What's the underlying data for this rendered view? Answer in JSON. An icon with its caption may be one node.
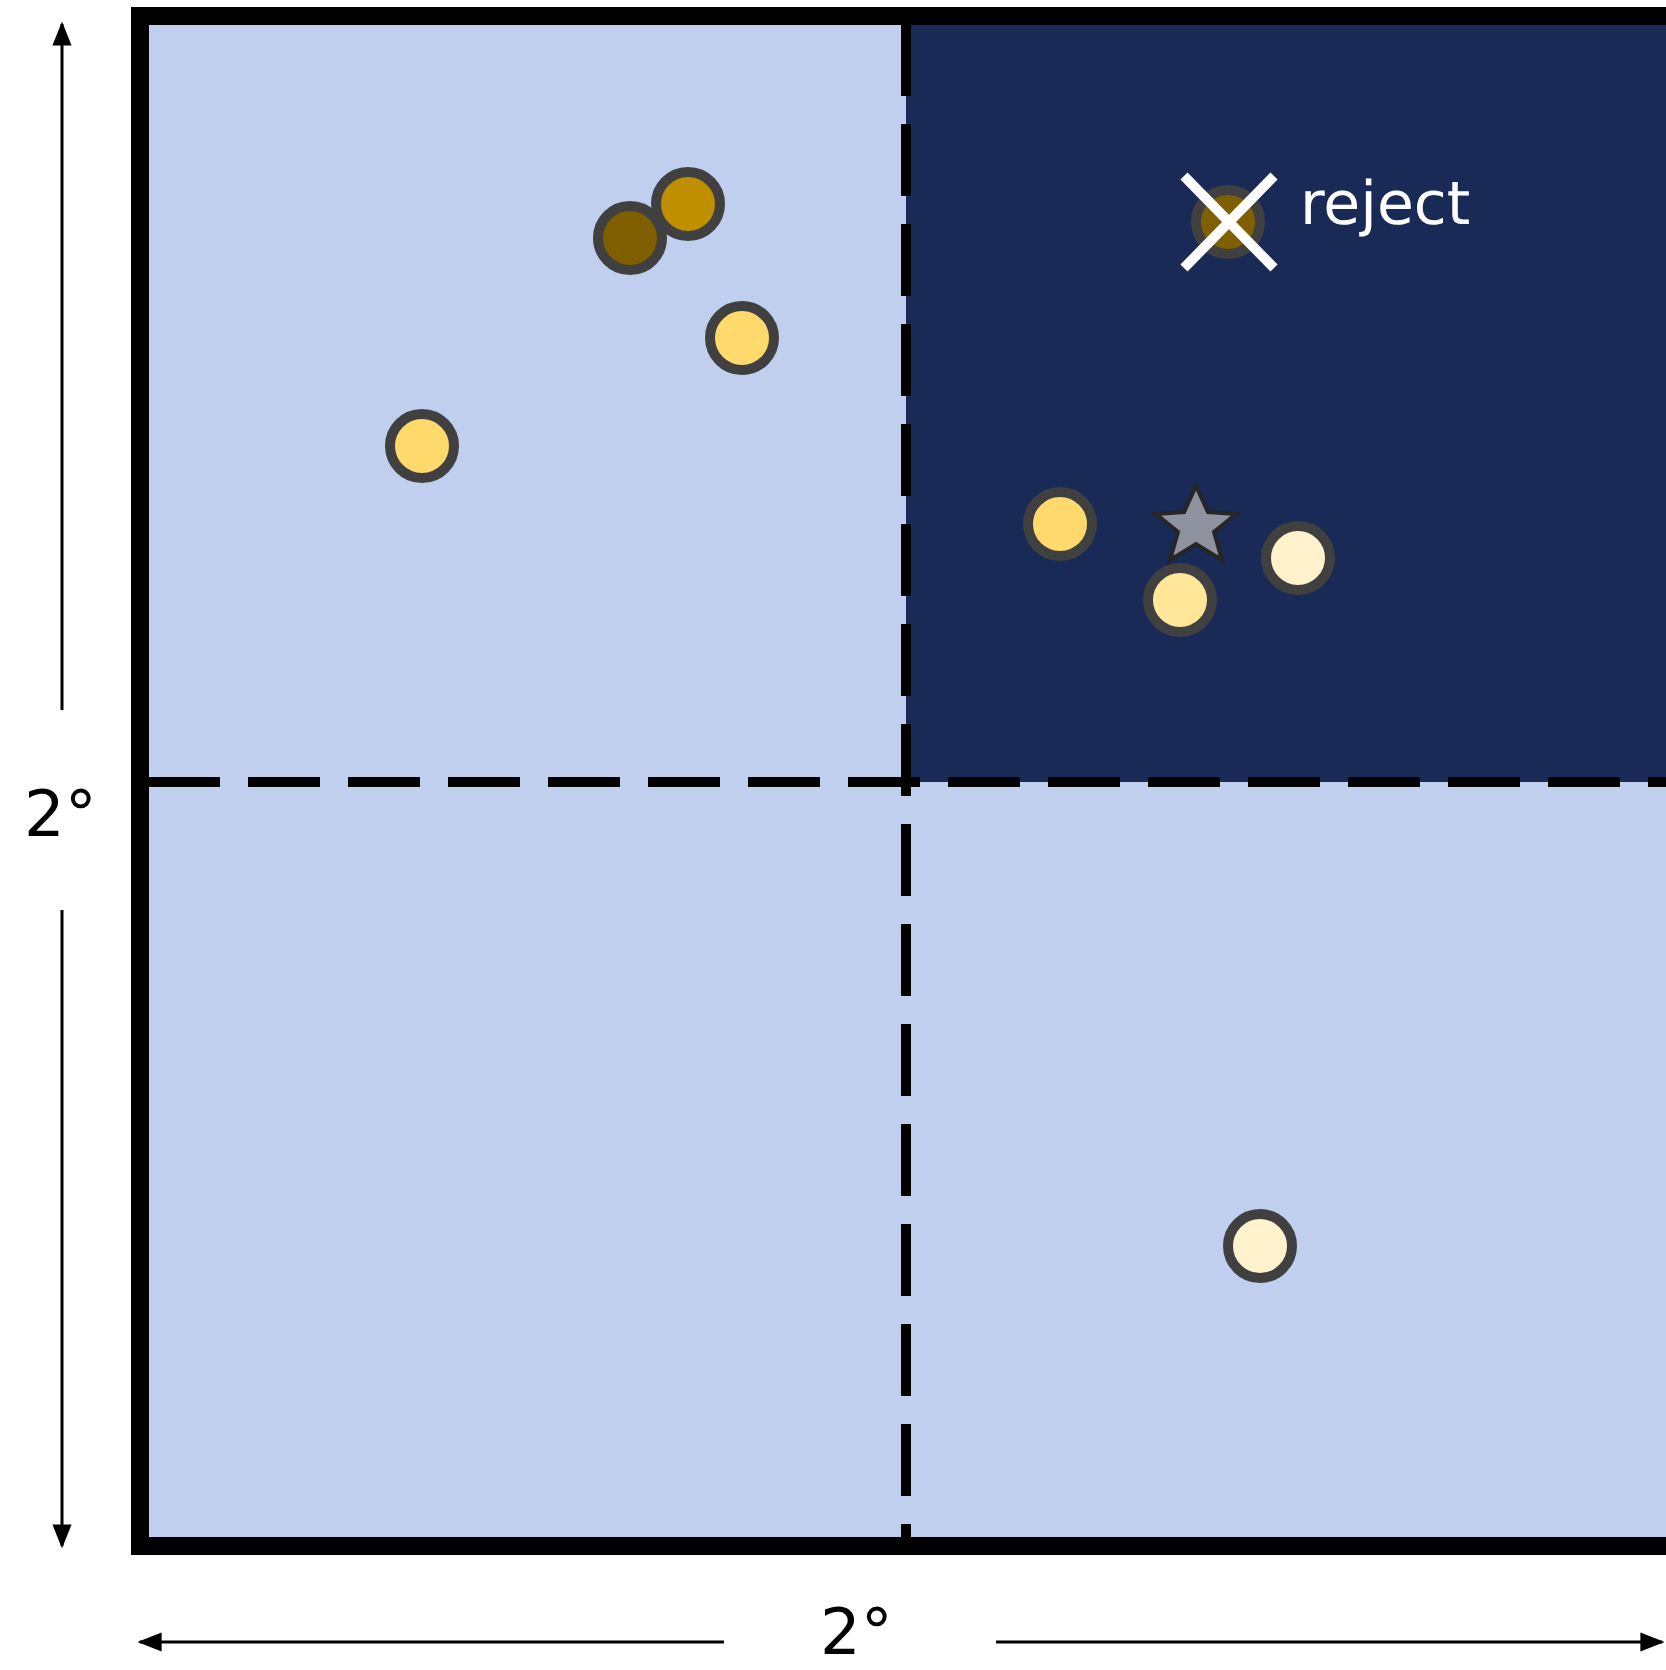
{
  "diagram": {
    "labels": [
      "reject",
      "2°",
      "2°"
    ]
  }
}
